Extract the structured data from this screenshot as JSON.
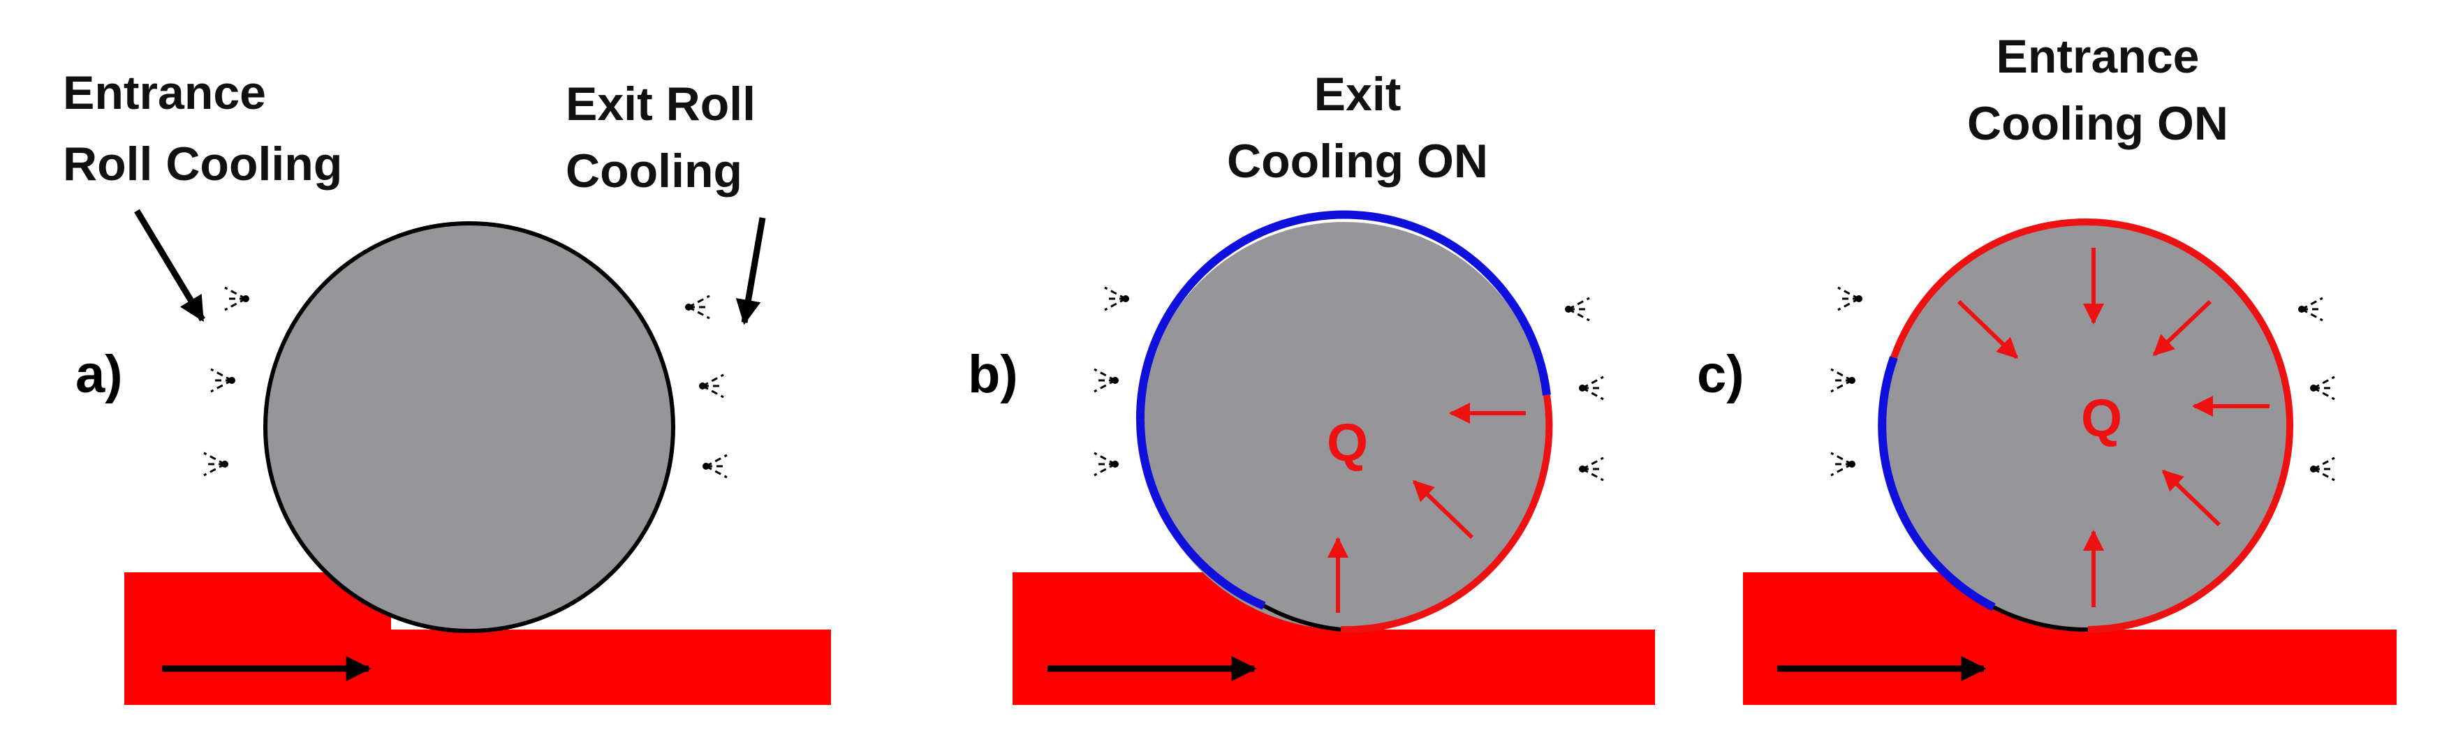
{
  "panels": {
    "a": {
      "letter": "a)",
      "entrance_label": [
        "Entrance",
        "Roll Cooling"
      ],
      "exit_label": [
        "Exit Roll",
        "Cooling"
      ]
    },
    "b": {
      "letter": "b)",
      "title": [
        "Exit",
        "Cooling ON"
      ],
      "heat_symbol": "Q"
    },
    "c": {
      "letter": "c)",
      "title": [
        "Entrance",
        "Cooling ON"
      ],
      "heat_symbol": "Q"
    }
  },
  "colors": {
    "roll_fill": "#96959a",
    "strip": "#ff0000",
    "hot_edge": "#ee1111",
    "cool_edge": "#1010dd",
    "heat_arrow": "#ee1111",
    "outline": "#000000"
  },
  "icons": [
    "spray-nozzle-icon",
    "arrow-icon"
  ]
}
